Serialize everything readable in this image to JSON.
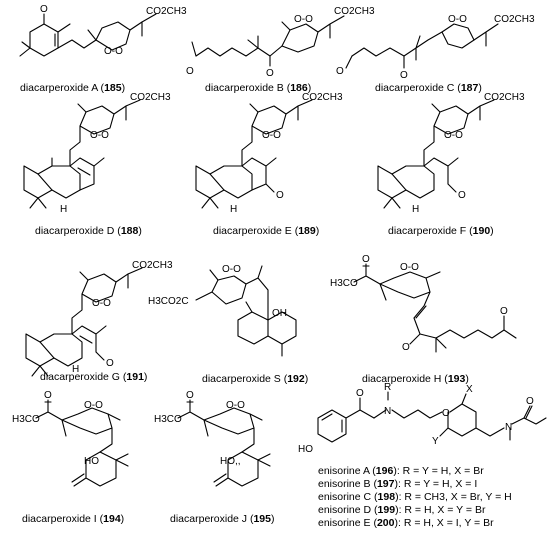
{
  "atoms": {
    "O": "O",
    "OO": "O-O",
    "CO2CH3": "CO2CH3",
    "H3CO2C": "H3CO2C",
    "H3CO": "H3CO",
    "H": "H",
    "OH": "OH",
    "HO": "HO",
    "HOwedge": "HO,,",
    "R": "R",
    "N": "N",
    "X": "X",
    "Y": "Y"
  },
  "compounds": [
    {
      "name": "diacarperoxide A",
      "number": "185"
    },
    {
      "name": "diacarperoxide B",
      "number": "186"
    },
    {
      "name": "diacarperoxide C",
      "number": "187"
    },
    {
      "name": "diacarperoxide D",
      "number": "188"
    },
    {
      "name": "diacarperoxide E",
      "number": "189"
    },
    {
      "name": "diacarperoxide F",
      "number": "190"
    },
    {
      "name": "diacarperoxide G",
      "number": "191"
    },
    {
      "name": "diacarperoxide S",
      "number": "192"
    },
    {
      "name": "diacarperoxide H",
      "number": "193"
    },
    {
      "name": "diacarperoxide I",
      "number": "194"
    },
    {
      "name": "diacarperoxide J",
      "number": "195"
    }
  ],
  "enisorines": [
    {
      "name": "enisorine A",
      "number": "196",
      "subst": "R = Y = H, X = Br"
    },
    {
      "name": "enisorine B",
      "number": "197",
      "subst": "R = Y = H, X = I"
    },
    {
      "name": "enisorine C",
      "number": "198",
      "subst": "R = CH3, X = Br, Y = H"
    },
    {
      "name": "enisorine D",
      "number": "199",
      "subst": "R = H, X = Y = Br"
    },
    {
      "name": "enisorine E",
      "number": "200",
      "subst": "R = H, X = I, Y = Br"
    }
  ]
}
